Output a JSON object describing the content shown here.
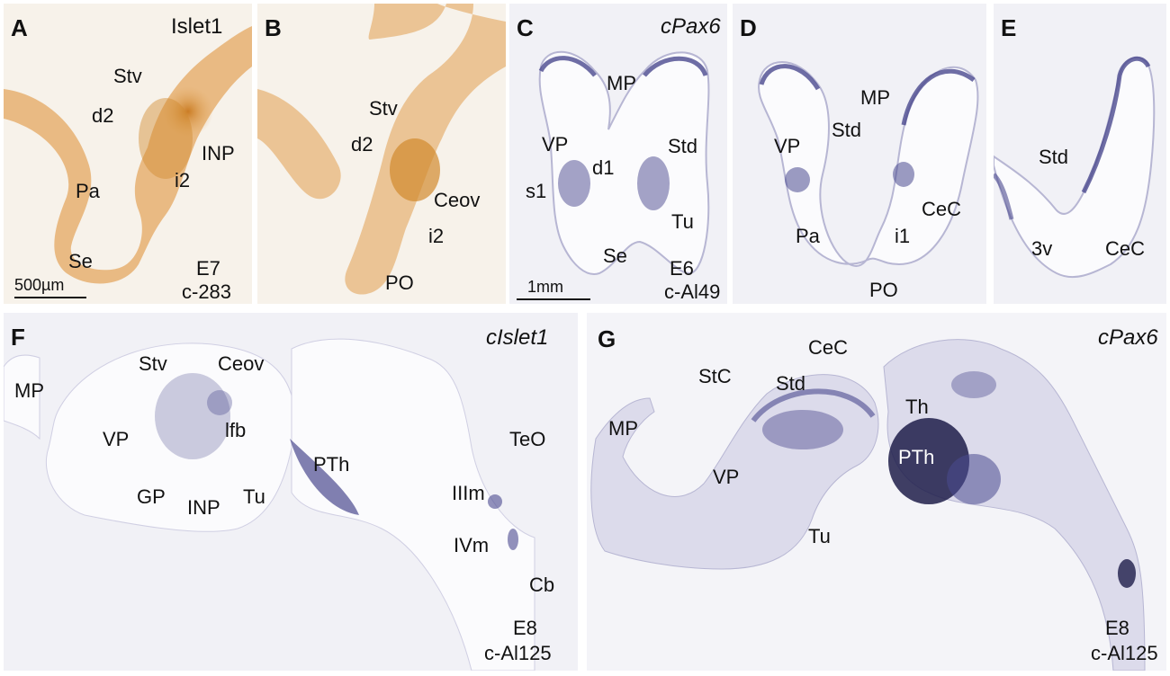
{
  "colors": {
    "brown_bg": "#f7f2ea",
    "brown_stain": "#d18a2e",
    "purple_bg": "#f1f1f6",
    "purple_stain": "#4b4a8f"
  },
  "panels": {
    "A": {
      "letter": "A",
      "gene": "Islet1",
      "age": "E7",
      "id": "c-283",
      "scalebar": "500µm",
      "labels": {
        "stv": "Stv",
        "d2": "d2",
        "inp": "INP",
        "i2": "i2",
        "pa": "Pa",
        "se": "Se"
      }
    },
    "B": {
      "letter": "B",
      "labels": {
        "stv": "Stv",
        "d2": "d2",
        "ceov": "Ceov",
        "i2": "i2",
        "po": "PO"
      }
    },
    "C": {
      "letter": "C",
      "gene": "cPax6",
      "age": "E6",
      "id": "c-Al49",
      "scalebar": "1mm",
      "labels": {
        "mp": "MP",
        "vp": "VP",
        "std": "Std",
        "d1": "d1",
        "s1": "s1",
        "tu": "Tu",
        "se": "Se"
      }
    },
    "D": {
      "letter": "D",
      "labels": {
        "mp": "MP",
        "vp": "VP",
        "std": "Std",
        "cec": "CeC",
        "pa": "Pa",
        "i1": "i1",
        "po": "PO"
      }
    },
    "E": {
      "letter": "E",
      "labels": {
        "std": "Std",
        "cec": "CeC",
        "v3": "3v"
      }
    },
    "F": {
      "letter": "F",
      "gene": "cIslet1",
      "age": "E8",
      "id": "c-Al125",
      "labels": {
        "mp": "MP",
        "stv": "Stv",
        "ceov": "Ceov",
        "vp": "VP",
        "lfb": "lfb",
        "gp": "GP",
        "inp": "INP",
        "tu": "Tu",
        "pth": "PTh",
        "teo": "TeO",
        "iiim": "IIIm",
        "ivm": "IVm",
        "cb": "Cb"
      }
    },
    "G": {
      "letter": "G",
      "gene": "cPax6",
      "age": "E8",
      "id": "c-Al125",
      "labels": {
        "mp": "MP",
        "stc": "StC",
        "std": "Std",
        "cec": "CeC",
        "vp": "VP",
        "tu": "Tu",
        "th": "Th",
        "pth": "PTh"
      }
    }
  }
}
